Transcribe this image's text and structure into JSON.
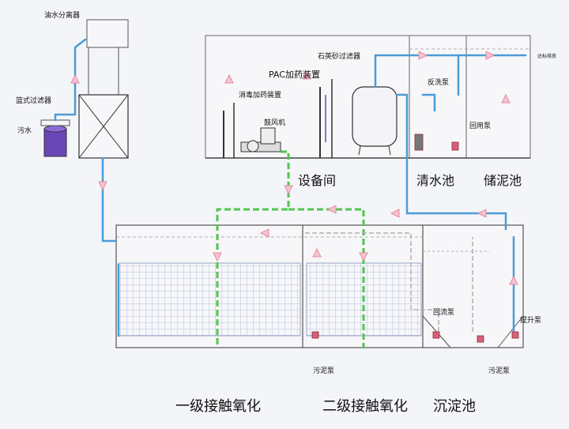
{
  "labels": {
    "oil_separator": "油水分离器",
    "basket_filter": "篮式过滤器",
    "sewage": "污水",
    "pac_dosing": "PAC加药装置",
    "quartz_filter": "石英砂过滤器",
    "disinfect_dosing": "消毒加药装置",
    "blower": "鼓风机",
    "backwash_pump": "反洗泵",
    "return_pump_top": "回用泵",
    "discharge": "达标排放",
    "equipment_room": "设备间",
    "clear_pool": "清水池",
    "sludge_pool": "储泥池",
    "return_flow_pump": "回流泵",
    "lift_pump": "提升泵",
    "sludge_pump_1": "污泥泵",
    "sludge_pump_2": "污泥泵",
    "stage1": "一级接触氧化",
    "stage2": "二级接触氧化",
    "settling": "沉淀池"
  },
  "colors": {
    "pipe_blue": "#4a9bd6",
    "air_green": "#4fc64f",
    "arrow_pink": "#e88aa0",
    "pump_red": "#d9607a",
    "basket_purple": "#6a46b8",
    "media_grid": "#a8b4d6"
  }
}
